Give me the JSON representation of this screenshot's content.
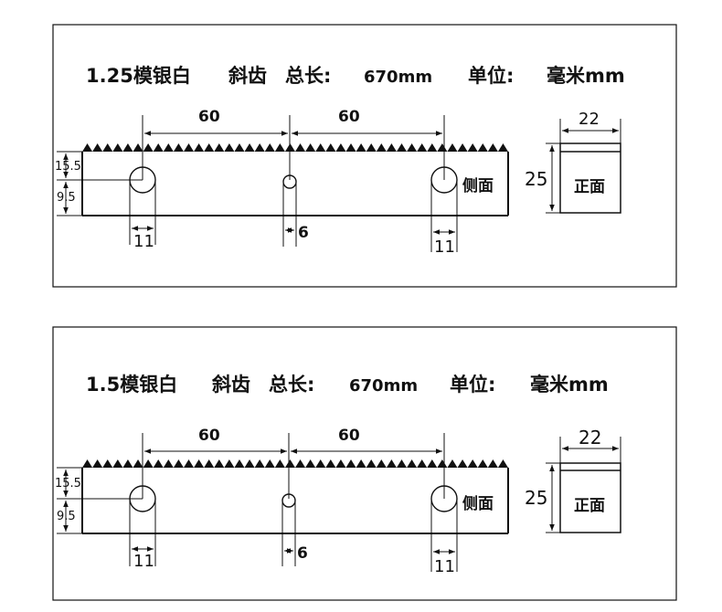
{
  "colors": {
    "ink": "#111111",
    "background": "#ffffff"
  },
  "panels": [
    {
      "title_text": "1.25模银白",
      "title_type": "斜齿",
      "total_label": "总长:",
      "total_value": "670mm",
      "unit_label": "单位:",
      "unit_value": "毫米mm",
      "dim_spacing_left": "60",
      "dim_spacing_right": "60",
      "dim_upper_height": "15.5",
      "dim_lower_height": "9.5",
      "dim_hole_left": "11",
      "dim_hole_middle": "6",
      "dim_hole_right": "11",
      "side_label": "侧面",
      "front_width": "22",
      "front_height": "25",
      "front_label": "正面"
    },
    {
      "title_text": "1.5模银白",
      "title_type": "斜齿",
      "total_label": "总长:",
      "total_value": "670mm",
      "unit_label": "单位:",
      "unit_value": "毫米mm",
      "dim_spacing_left": "60",
      "dim_spacing_right": "60",
      "dim_upper_height": "15.5",
      "dim_lower_height": "9.5",
      "dim_hole_left": "11",
      "dim_hole_middle": "6",
      "dim_hole_right": "11",
      "side_label": "侧面",
      "front_width": "22",
      "front_height": "25",
      "front_label": "正面"
    }
  ]
}
